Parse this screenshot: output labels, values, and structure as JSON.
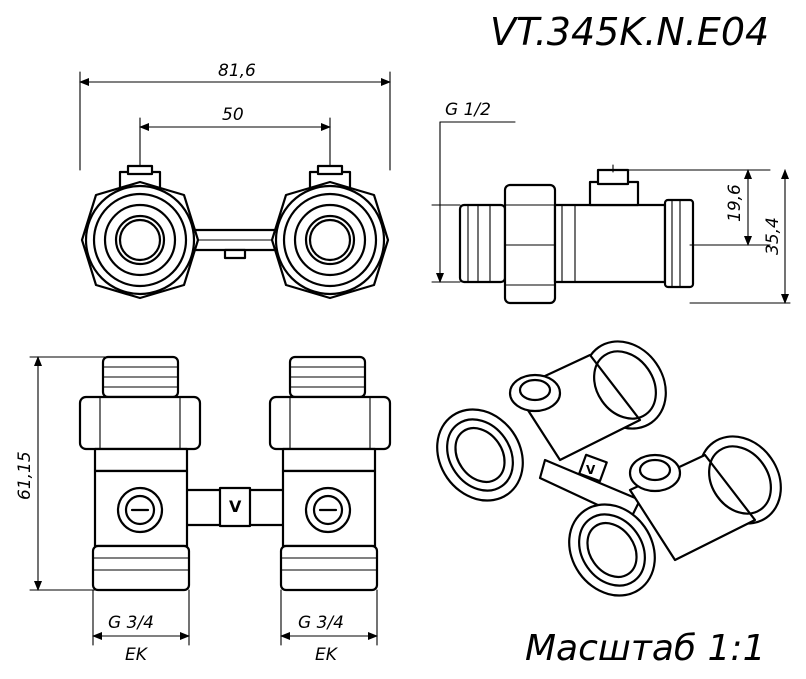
{
  "title": "VT.345K.N.E04",
  "scale_label": "Масштаб 1:1",
  "dimensions": {
    "overall_width": "81,6",
    "center_distance": "50",
    "side_thread": "G 1/2",
    "side_height_small": "19,6",
    "side_height_total": "35,4",
    "front_height": "61,15",
    "bottom_thread_left": "G 3/4",
    "bottom_type_left": "EK",
    "bottom_thread_right": "G 3/4",
    "bottom_type_right": "EK"
  },
  "views": [
    "top-view",
    "side-view",
    "front-view",
    "isometric-view"
  ],
  "logo_mark": "V"
}
